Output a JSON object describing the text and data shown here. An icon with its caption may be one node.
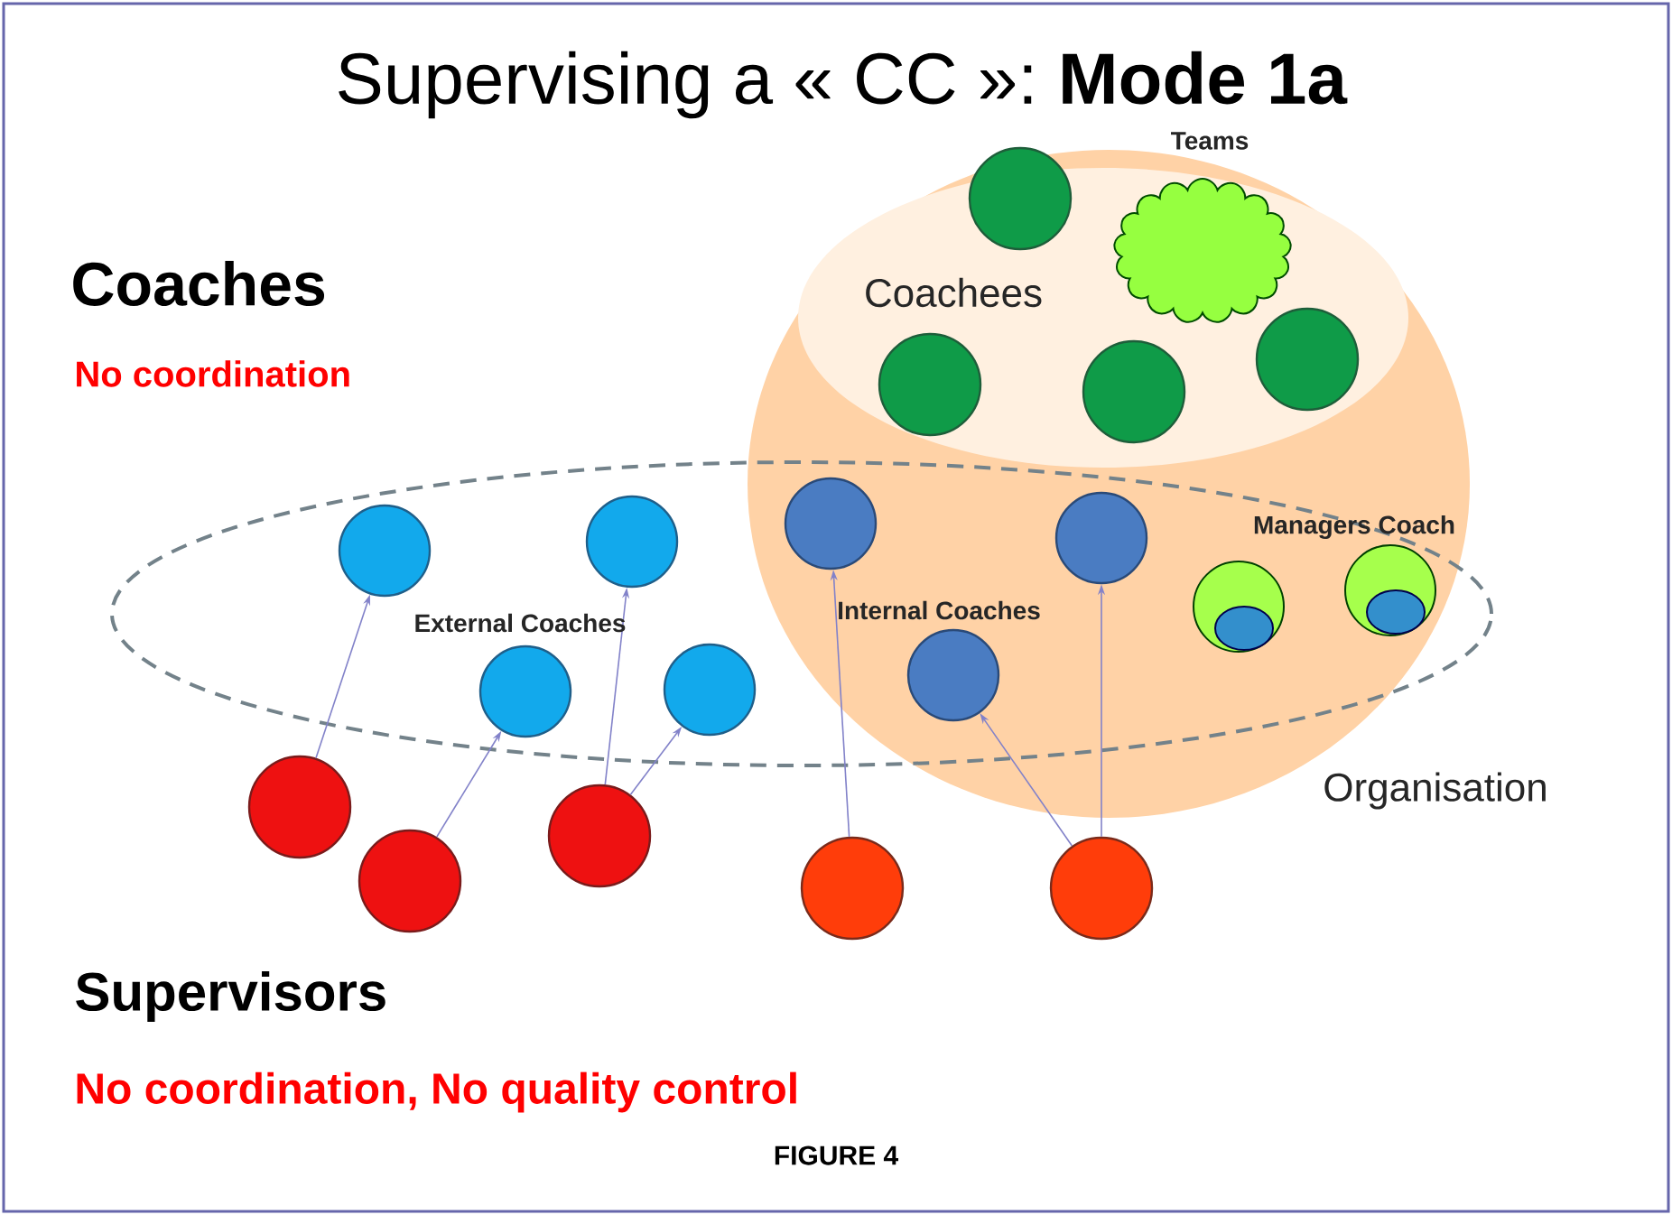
{
  "diagram": {
    "title": "Supervising a « CC »: **Mode 1a**",
    "caption": "FIGURE 4",
    "nodes": [
      {
        "text": [
          "Organisation"
        ]
      },
      {
        "text": [
          "Coachees"
        ],
        "in": 0
      },
      {
        "text": [],
        "shape": "circle",
        "in": 0
      },
      {
        "text": [
          "Teams"
        ],
        "in": 1
      },
      {
        "text": [],
        "shape": "circle",
        "in": 1
      },
      {
        "text": [],
        "shape": "circle",
        "in": 1
      },
      {
        "text": [],
        "shape": "circle",
        "in": 1
      },
      {
        "text": [],
        "shape": "ellipse"
      },
      {
        "text": [],
        "shape": "circle",
        "in": 7
      },
      {
        "text": [],
        "shape": "circle",
        "in": 7
      },
      {
        "text": [],
        "shape": "circle",
        "in": 7
      },
      {
        "text": [],
        "shape": "circle",
        "in": 7
      },
      {
        "text": [],
        "shape": "circle"
      },
      {
        "text": [],
        "shape": "circle"
      },
      {
        "text": [],
        "shape": "circle"
      },
      {
        "text": [],
        "shape": "circle"
      },
      {
        "text": [],
        "shape": "circle"
      },
      {
        "text": [],
        "shape": "circle"
      },
      {
        "text": [],
        "shape": "circle"
      },
      {
        "text": [],
        "shape": "circle"
      },
      {
        "text": [],
        "shape": "circle"
      },
      {
        "text": [],
        "shape": "circle"
      }
    ],
    "edges": [
      {
        "from": 17,
        "to": 8,
        "arrow": "to"
      },
      {
        "from": 18,
        "to": 10,
        "arrow": "to"
      },
      {
        "from": 19,
        "to": 9,
        "arrow": "to"
      },
      {
        "from": 19,
        "to": 11,
        "arrow": "to"
      },
      {
        "from": 20,
        "to": 12,
        "arrow": "to"
      },
      {
        "from": 21,
        "to": 14,
        "arrow": "to"
      },
      {
        "from": 21,
        "to": 13,
        "arrow": "to"
      }
    ],
    "labels": [
      "Coaches",
      "No coordination",
      "External Coaches",
      "Internal Coaches",
      "Managers Coach",
      "Supervisors",
      "No coordination, No quality control"
    ]
  }
}
